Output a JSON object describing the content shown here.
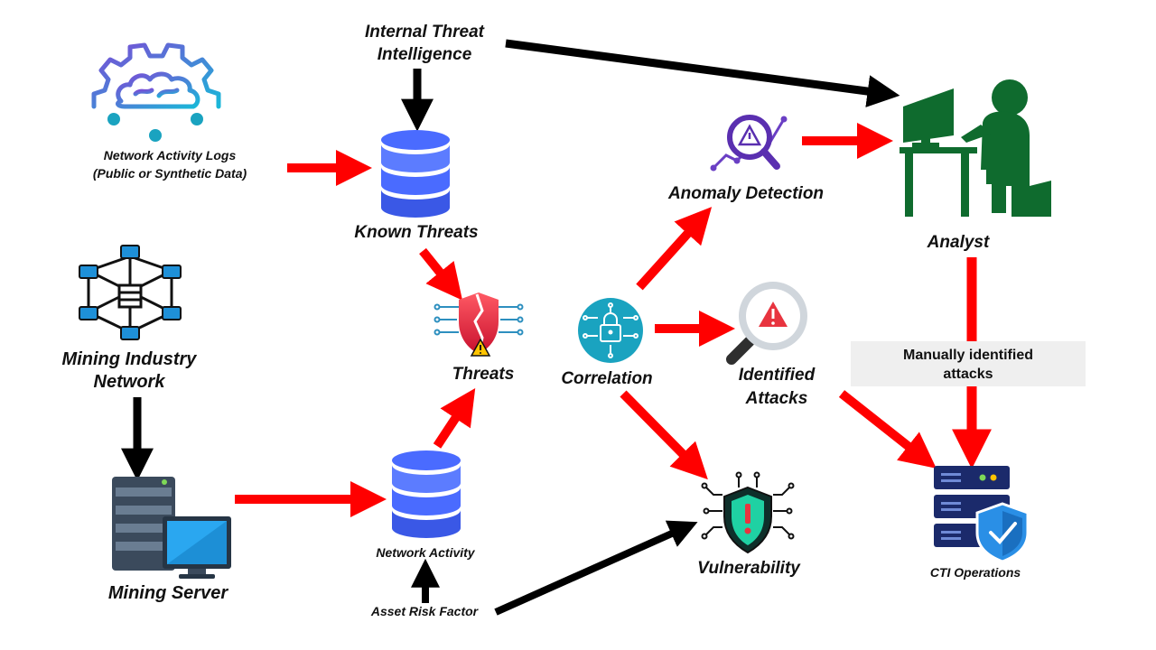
{
  "nodes": {
    "internal_threat_intel": [
      "Internal Threat",
      "Intelligence"
    ],
    "network_logs": [
      "Network Activity Logs",
      "(Public or Synthetic Data)"
    ],
    "known_threats": "Known Threats",
    "mining_network": [
      "Mining Industry",
      "Network"
    ],
    "mining_server": "Mining Server",
    "threats": "Threats",
    "network_activity": "Network Activity",
    "asset_risk": "Asset Risk Factor",
    "correlation": "Correlation",
    "anomaly_detection": "Anomaly Detection",
    "identified_attacks": [
      "Identified",
      "Attacks"
    ],
    "vulnerability": "Vulnerability",
    "analyst": "Analyst",
    "manual_note": [
      "Manually identified",
      "attacks"
    ],
    "cti_operations": "CTI Operations"
  },
  "colors": {
    "black_arrow": "#000000",
    "red_arrow": "#ff0000",
    "database_blue": "#4a6bff",
    "analyst_green": "#0f6b2e",
    "shield_red": "#e8343f",
    "teal": "#1aa3c0",
    "server_navy": "#1b2a6b",
    "note_bg": "#efefef"
  },
  "icons": [
    "brain-gear-icon",
    "database-icon",
    "network-topology-icon",
    "server-monitor-icon",
    "broken-shield-icon",
    "lock-circuit-icon",
    "anomaly-search-icon",
    "alert-magnifier-icon",
    "shield-circuit-icon",
    "analyst-desk-icon",
    "server-shield-icon"
  ]
}
